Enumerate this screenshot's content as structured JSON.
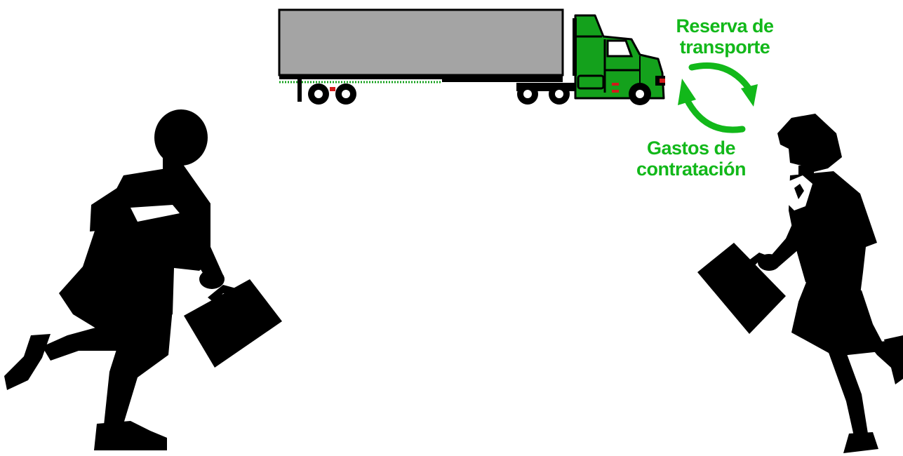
{
  "colors": {
    "label_green": "#12b81a",
    "truck_green": "#14a11c",
    "trailer_gray": "#a4a4a4",
    "silhouette": "#000000",
    "background": "#ffffff"
  },
  "labels": {
    "booking": {
      "line1": "Reserva de",
      "line2": "transporte"
    },
    "hiring_costs": {
      "line1": "Gastos de",
      "line2": "contratación"
    }
  },
  "icons": {
    "truck": "semi-truck-icon",
    "cycle_arrows": "cycle-arrows-icon",
    "businessman": "running-businessman-icon",
    "businesswoman": "running-businesswoman-icon"
  }
}
